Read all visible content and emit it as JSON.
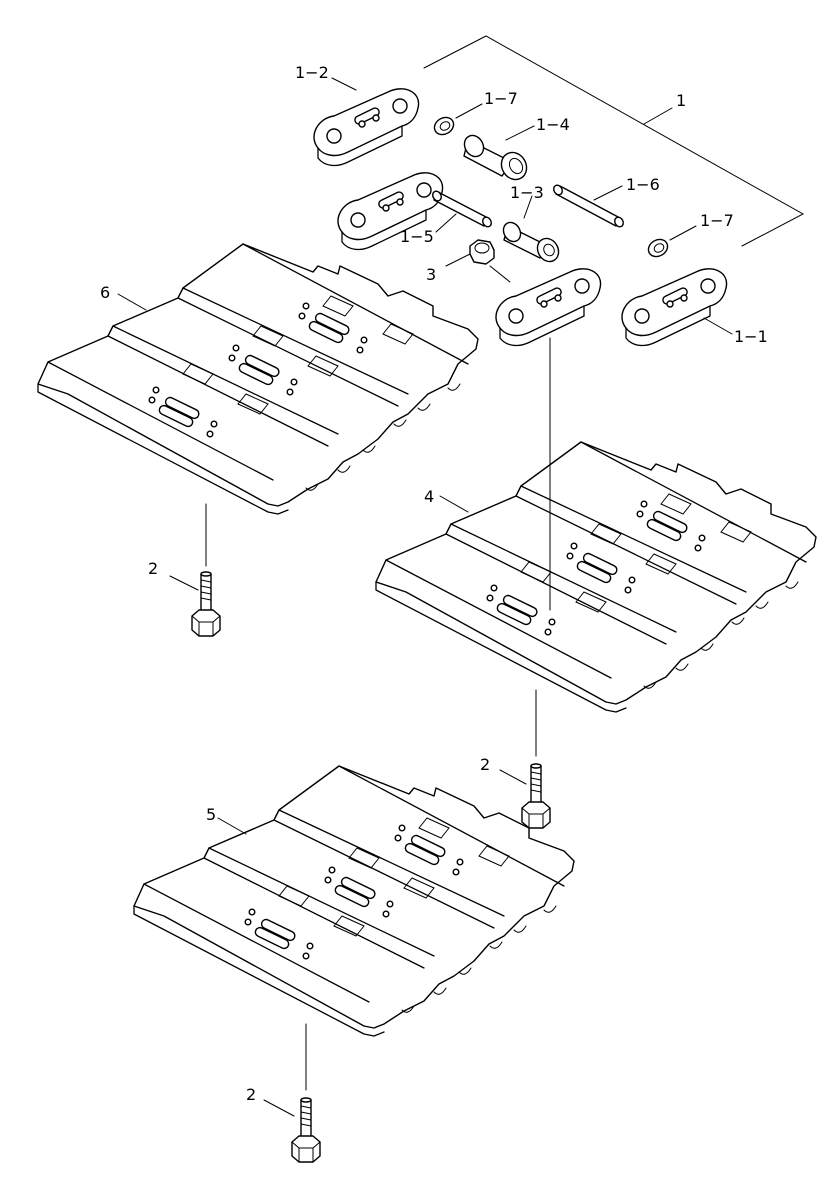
{
  "callouts": {
    "c1": "1",
    "c1_1": "1−1",
    "c1_2": "1−2",
    "c1_3": "1−3",
    "c1_4": "1−4",
    "c1_5": "1−5",
    "c1_6": "1−6",
    "c1_7a": "1−7",
    "c1_7b": "1−7",
    "c2a": "2",
    "c2b": "2",
    "c2c": "2",
    "c3": "3",
    "c4": "4",
    "c5": "5",
    "c6": "6"
  }
}
